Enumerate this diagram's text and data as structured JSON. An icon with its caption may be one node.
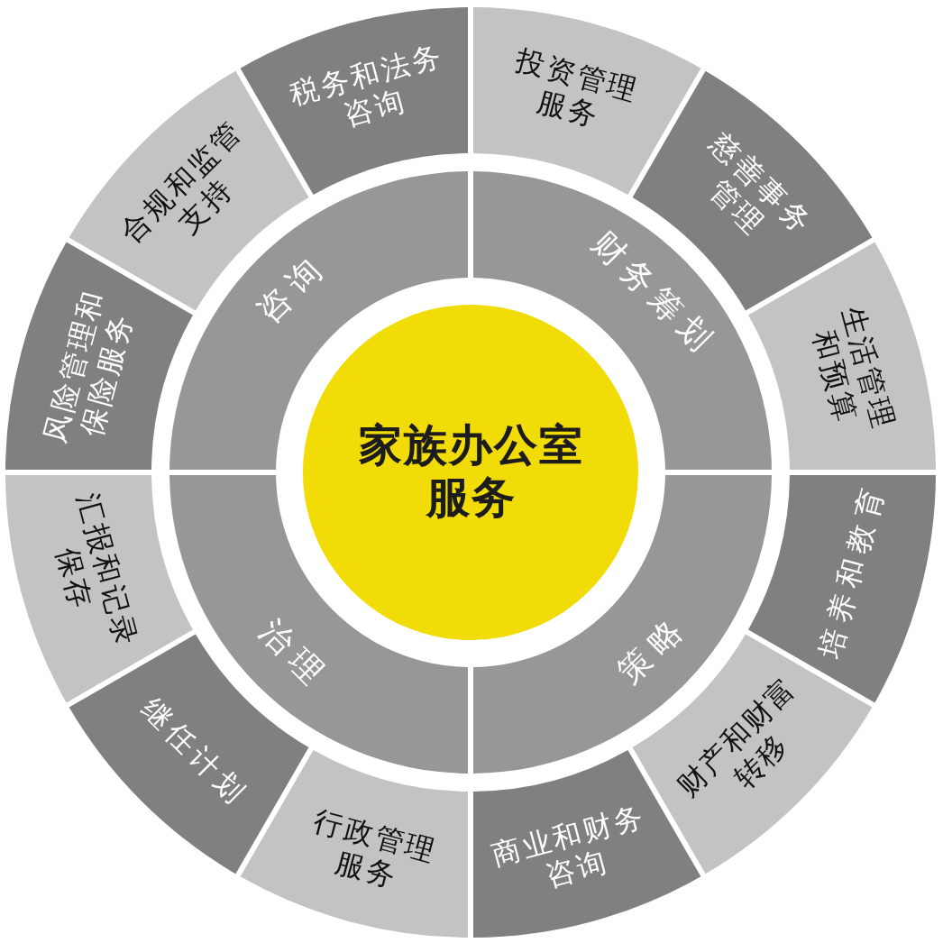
{
  "diagram": {
    "nodes": [
      {
        "text": [
          "家族办公室服务"
        ]
      },
      {
        "text": [
          "咨询"
        ]
      },
      {
        "text": [
          "财务筹划"
        ]
      },
      {
        "text": [
          "策略"
        ]
      },
      {
        "text": [
          "治理"
        ]
      },
      {
        "text": [
          "税务和法务咨询"
        ]
      },
      {
        "text": [
          "投资管理服务"
        ]
      },
      {
        "text": [
          "慈善事务管理"
        ]
      },
      {
        "text": [
          "生活管理和预算"
        ]
      },
      {
        "text": [
          "培养和教育"
        ]
      },
      {
        "text": [
          "财产和财富转移"
        ]
      },
      {
        "text": [
          "商业和财务咨询"
        ]
      },
      {
        "text": [
          "行政管理服务"
        ]
      },
      {
        "text": [
          "继任计划"
        ]
      },
      {
        "text": [
          "汇报和记录保存"
        ]
      },
      {
        "text": [
          "风险管理和保险服务"
        ]
      },
      {
        "text": [
          "合规和监管支持"
        ]
      }
    ]
  }
}
